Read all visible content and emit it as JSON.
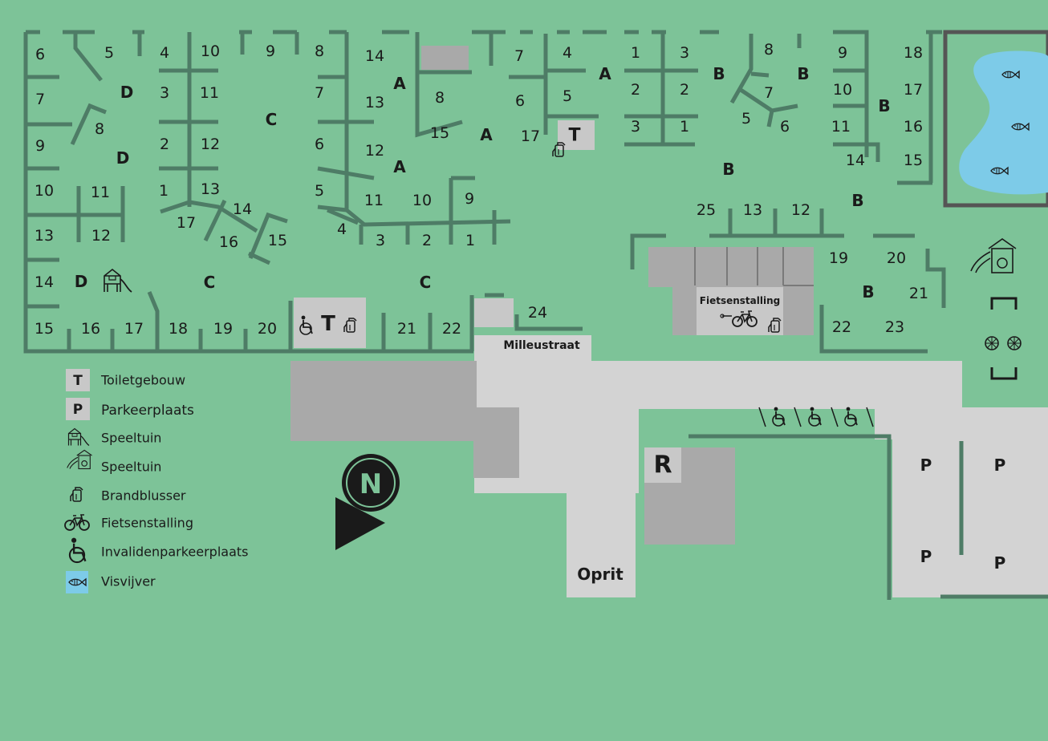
{
  "pitch_numbers": {
    "zone_d": [
      "6",
      "5",
      "7",
      "8",
      "9",
      "11",
      "10",
      "13",
      "12",
      "14",
      "15",
      "16",
      "17"
    ],
    "zone_c_west": [
      "4",
      "10",
      "3",
      "11",
      "2",
      "12",
      "1",
      "13",
      "17",
      "14",
      "16",
      "15",
      "18",
      "19",
      "20"
    ],
    "zone_c_mid": [
      "9",
      "8",
      "7",
      "6",
      "5",
      "4",
      "3",
      "2",
      "1"
    ],
    "zone_a_west": [
      "14",
      "13",
      "12",
      "11",
      "10",
      "9",
      "8",
      "15",
      "21",
      "22"
    ],
    "zone_a_east": [
      "7",
      "4",
      "6",
      "5",
      "17",
      "24"
    ],
    "zone_b_north": [
      "1",
      "3",
      "2",
      "2",
      "3",
      "1",
      "8",
      "7",
      "5",
      "6",
      "9",
      "18",
      "10",
      "17",
      "11",
      "16",
      "14",
      "15"
    ],
    "zone_b_south": [
      "25",
      "13",
      "12",
      "19",
      "20",
      "21",
      "22",
      "23"
    ]
  },
  "zone_letters": {
    "d": "D",
    "c": "C",
    "a": "A",
    "b": "B"
  },
  "labels": {
    "toilet": "T",
    "street": "Milleustraat",
    "bike_shed": "Fietsenstalling",
    "reception": "R",
    "parking": "P",
    "driveway": "Oprit",
    "north": "N"
  },
  "legend": [
    {
      "key": "T",
      "icon": "toilet-box",
      "text": "Toiletgebouw"
    },
    {
      "key": "P",
      "icon": "parking-box",
      "text": "Parkeerplaats"
    },
    {
      "icon": "playground-icon",
      "text": "Speeltuin"
    },
    {
      "icon": "playground-large-icon",
      "text": "Speeltuin"
    },
    {
      "icon": "fire-extinguisher-icon",
      "text": "Brandblusser"
    },
    {
      "icon": "bicycle-icon",
      "text": "Fietsenstalling"
    },
    {
      "icon": "wheelchair-icon",
      "text": "Invalidenparkeerplaats"
    },
    {
      "icon": "fish-icon",
      "text": "Visvijver"
    }
  ],
  "colors": {
    "grass": "#7dc398",
    "road": "#d3d3d3",
    "building": "#a9a9a9",
    "hedge": "#4e7c66",
    "pond": "#7dcbe8",
    "ink": "#1a1a1a"
  }
}
